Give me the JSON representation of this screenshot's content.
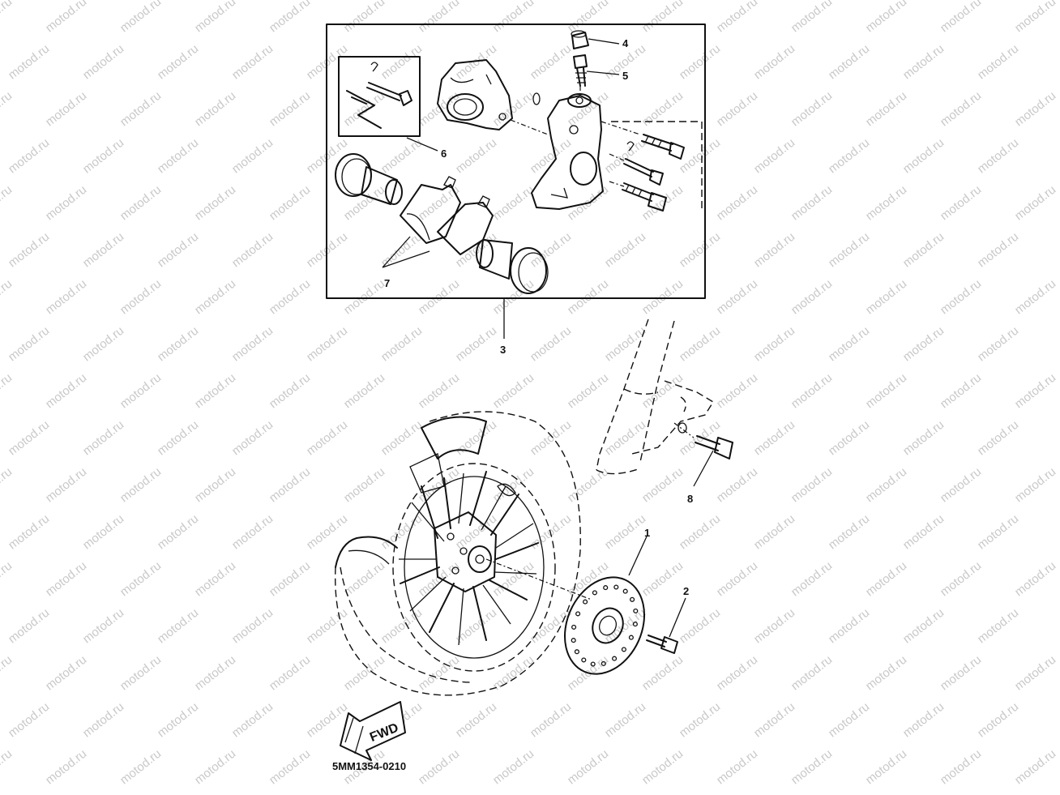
{
  "watermark": {
    "text": "motod.ru"
  },
  "callouts": [
    {
      "id": "1",
      "label": "1",
      "part": "brake-disc"
    },
    {
      "id": "2",
      "label": "2",
      "part": "disc-bolt"
    },
    {
      "id": "3",
      "label": "3",
      "part": "caliper-assembly"
    },
    {
      "id": "4",
      "label": "4",
      "part": "bleed-cap"
    },
    {
      "id": "5",
      "label": "5",
      "part": "bleed-screw"
    },
    {
      "id": "6",
      "label": "6",
      "part": "caliper-bolt-kit"
    },
    {
      "id": "7",
      "label": "7",
      "part": "brake-pad-kit"
    },
    {
      "id": "8",
      "label": "8",
      "part": "caliper-mount-bolt"
    }
  ],
  "fwd_arrow": {
    "label": "FWD"
  },
  "diagram_code": "5MM1354-0210",
  "colors": {
    "line": "#111111",
    "watermark": "#c9c9c9",
    "background": "#ffffff"
  }
}
